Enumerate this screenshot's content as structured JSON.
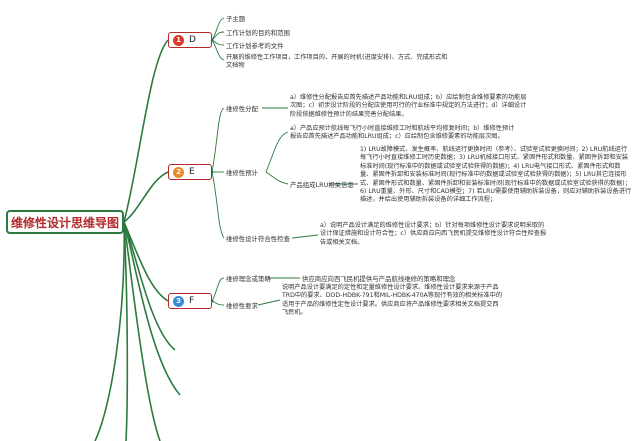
{
  "root": {
    "title": "维修性设计思维导图"
  },
  "branch_d": {
    "badge": "1",
    "label": "D",
    "items": [
      "子主题",
      "工作计划的目的和范围",
      "工作计划参考的文件",
      "开展的维修性工作项目，工作项目的、开展的时机(进度安排)、方式、完成形式和文档物"
    ]
  },
  "branch_e": {
    "badge": "2",
    "label": "E",
    "sub1": {
      "label": "维修性分配",
      "text": "a）维修性分配报告应首先描述产品功能和LRU组成；b）应绘制包含维修要素的功能层次图；c）初步设计阶段的分配应使用可行的行业标准中规定的方法进行；d）详细设计阶段依据维修性预计的结果完善分配结果。"
    },
    "sub2": {
      "label": "维修性预计",
      "text1": "a）产品应预计航线每飞行小时直接维修工时和航线平均修复时间；b）维修性预计报告应首先描述产品功能和LRU组成；c）应绘制包含维修要素的功能层次图。",
      "info_label": "产品组成LRU相关信息",
      "text2": "1) LRU故障模式、发生概率、航线运行更换时间（参考）、试验室试验更换时间；2) LRU航线运行每飞行小时直接维修工时历史数据；3) LRU机械接口形式、紧固件形式和数量、紧固件拆卸和安装标准时间(现行标准中的数据或试验室试验获得的数据)；4) LRU电气接口形式、紧固件形式和数量、紧固件拆卸和安装标准时间(现行标准中的数据或试验室试验获得的数据)；5) LRU其它连接形式、紧固件形式和数量、紧固件拆卸和安装标准时间(现行标准中的数据或试验室试验获得的数据)；6) LRU重量、外形、尺寸和CAD模型；7) 若LRU需要使用辅助拆装设备，则应对辅助拆装设备进行描述，并给出使用辅助拆装设备的详细工作流程；"
    },
    "sub3": {
      "label": "维修性设计符合性检查",
      "text": "a）说明产品设计满足的维修性设计要求；b）针对每项维修性设计要求说明采取的设计保证措施和设计符合性；c）供应商应向西飞民机提交维修性设计符合性检查报告或相关文档。"
    }
  },
  "branch_f": {
    "badge": "3",
    "label": "F",
    "sub1": {
      "label": "维修理念或策略",
      "text": "供应商应向西飞民机提供与产品航线维修的策略和理念"
    },
    "sub2": {
      "label": "维修性要求",
      "text": "说明产品设计要满足的定性和定量维修性设计要求。维修性设计要求来源于产品TRD中的要求、DOD-HDBK-791和MIL-HDBK-470A等现行有效的相关标准中的适用于产品的维修性定性设计要求。供应商应将产品维修性要求相关文档提交西飞民机。"
    }
  },
  "colors": {
    "line": "#2c7a3f",
    "branch_border": "#b22a2a"
  }
}
